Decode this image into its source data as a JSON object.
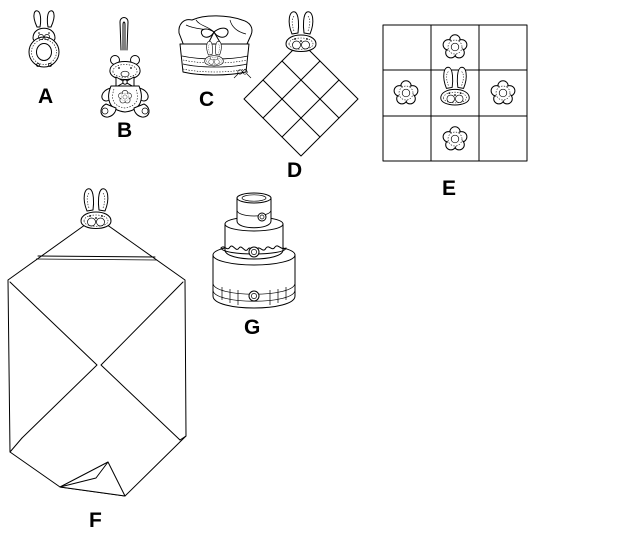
{
  "labels": {
    "a": "A",
    "b": "B",
    "c": "C",
    "d": "D",
    "e": "E",
    "f": "F",
    "g": "G"
  },
  "colors": {
    "line": "#000000",
    "background": "#ffffff"
  },
  "icons": {
    "a": "bunny-ring-rattle-icon",
    "b": "hanging-teddy-bear-icon",
    "c": "bunny-basket-icon",
    "d": "bunny-hooded-towel-icon",
    "e": "flower-quilt-icon",
    "f": "hooded-baby-blanket-icon",
    "g": "diaper-cake-icon"
  }
}
